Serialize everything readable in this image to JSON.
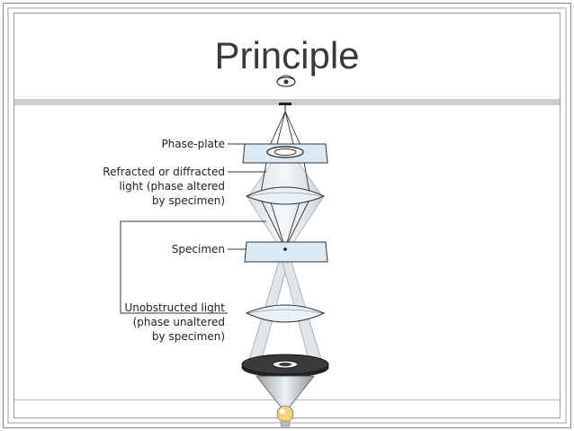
{
  "slide": {
    "title": "Principle"
  },
  "diagram": {
    "labels": {
      "phase_plate": "Phase-plate",
      "refracted_line1": "Refracted or diffracted",
      "refracted_line2": "light (phase altered",
      "refracted_line3": "by specimen)",
      "specimen": "Specimen",
      "unobstructed_line1": "Unobstructed light",
      "unobstructed_line2": "(phase unaltered",
      "unobstructed_line3": "by specimen)"
    },
    "colors": {
      "plate_fill": "#dbe9f5",
      "lens_fill": "#e8f1f9",
      "condenser_annulus": "#2b2b2b",
      "beam": "#bfc6cc",
      "bulb": "#f2d27a"
    }
  }
}
